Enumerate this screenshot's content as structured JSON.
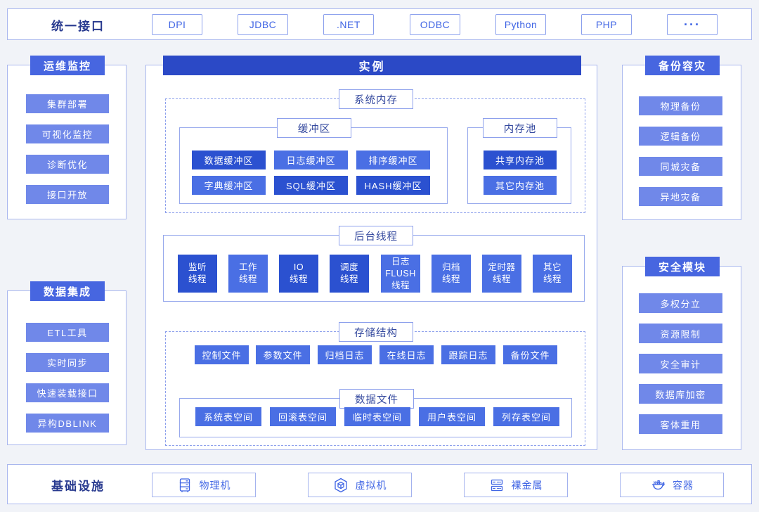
{
  "colors": {
    "page_bg": "#f1f3f8",
    "accent_dark": "#2b51d0",
    "accent_medium": "#4a6fe4",
    "accent_light": "#7088e9",
    "badge_bg": "#4766e0",
    "instance_bar_bg": "#2b49c6",
    "navy_text": "#283a8f",
    "blue_text": "#3f64e4"
  },
  "top_bar": {
    "title": "统一接口",
    "buttons": [
      "DPI",
      "JDBC",
      ".NET",
      "ODBC",
      "Python",
      "PHP",
      "···"
    ]
  },
  "left_panels": [
    {
      "title": "运维监控",
      "items": [
        "集群部署",
        "可视化监控",
        "诊断优化",
        "接口开放"
      ]
    },
    {
      "title": "数据集成",
      "items": [
        "ETL工具",
        "实时同步",
        "快速装载接口",
        "异构DBLINK"
      ]
    }
  ],
  "right_panels": [
    {
      "title": "备份容灾",
      "items": [
        "物理备份",
        "逻辑备份",
        "同城灾备",
        "异地灾备"
      ]
    },
    {
      "title": "安全模块",
      "items": [
        "多权分立",
        "资源限制",
        "安全审计",
        "数据库加密",
        "客体重用"
      ]
    }
  ],
  "instance": {
    "title": "实例",
    "memory": {
      "label": "系统内存",
      "buffer": {
        "label": "缓冲区",
        "buttons": [
          {
            "text": "数据缓冲区",
            "tone": "dark"
          },
          {
            "text": "日志缓冲区",
            "tone": "medium"
          },
          {
            "text": "排序缓冲区",
            "tone": "medium"
          },
          {
            "text": "字典缓冲区",
            "tone": "medium"
          },
          {
            "text": "SQL缓冲区",
            "tone": "dark"
          },
          {
            "text": "HASH缓冲区",
            "tone": "dark"
          }
        ]
      },
      "pool": {
        "label": "内存池",
        "buttons": [
          {
            "text": "共享内存池",
            "tone": "dark"
          },
          {
            "text": "其它内存池",
            "tone": "medium"
          }
        ]
      }
    },
    "threads": {
      "label": "后台线程",
      "buttons": [
        {
          "lines": [
            "监听",
            "线程"
          ],
          "tone": "dark"
        },
        {
          "lines": [
            "工作",
            "线程"
          ],
          "tone": "medium"
        },
        {
          "lines": [
            "IO",
            "线程"
          ],
          "tone": "dark"
        },
        {
          "lines": [
            "调度",
            "线程"
          ],
          "tone": "dark"
        },
        {
          "lines": [
            "日志",
            "FLUSH",
            "线程"
          ],
          "tone": "medium"
        },
        {
          "lines": [
            "归档",
            "线程"
          ],
          "tone": "medium"
        },
        {
          "lines": [
            "定时器",
            "线程"
          ],
          "tone": "medium"
        },
        {
          "lines": [
            "其它",
            "线程"
          ],
          "tone": "medium"
        }
      ]
    },
    "storage": {
      "label": "存储结构",
      "files": [
        "控制文件",
        "参数文件",
        "归档日志",
        "在线日志",
        "跟踪日志",
        "备份文件"
      ],
      "datafiles": {
        "label": "数据文件",
        "buttons": [
          "系统表空间",
          "回滚表空间",
          "临时表空间",
          "用户表空间",
          "列存表空间"
        ]
      }
    }
  },
  "bottom_bar": {
    "title": "基础设施",
    "buttons": [
      {
        "icon": "physical-server-icon",
        "label": "物理机"
      },
      {
        "icon": "virtual-machine-icon",
        "label": "虚拟机"
      },
      {
        "icon": "bare-metal-icon",
        "label": "裸金属"
      },
      {
        "icon": "container-icon",
        "label": "容器"
      }
    ]
  }
}
